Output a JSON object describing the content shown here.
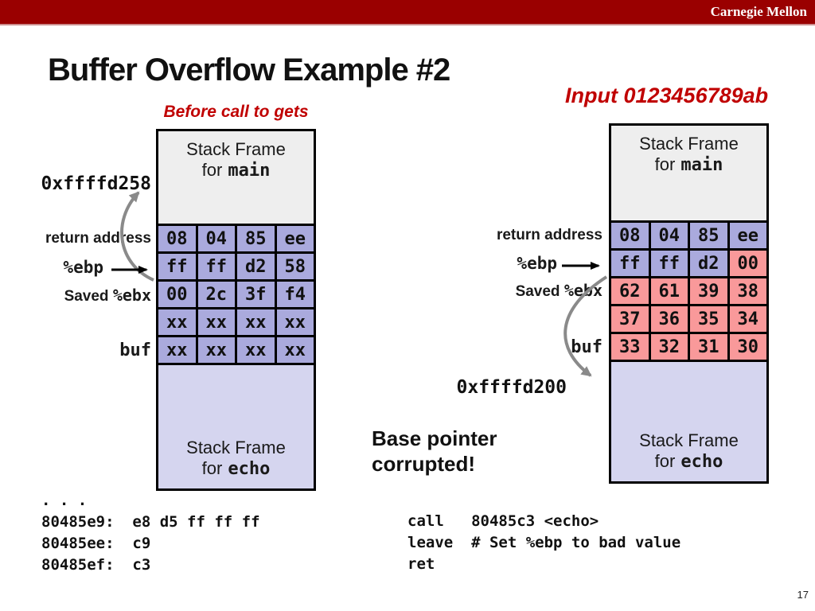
{
  "colors": {
    "bar": "#9a0000",
    "bar_underline": "#cc8f8f",
    "accent_red": "#c00000",
    "cell_purple": "#aaaadd",
    "cell_pink": "#f9999a",
    "frame_gray": "#eeeeee",
    "frame_echo": "#d5d5ef",
    "arrow_gray": "#8a8a8a"
  },
  "header": {
    "brand": "Carnegie Mellon"
  },
  "title": "Buffer Overflow Example #2",
  "page_number": "17",
  "annotations": {
    "before_label": "Before call to gets",
    "input_label": "Input 0123456789ab",
    "corrupted_label": "Base pointer corrupted!"
  },
  "frame_text": {
    "line1": "Stack Frame",
    "for_prefix": "for",
    "main_func": "main",
    "echo_func": "echo"
  },
  "row_labels": {
    "return_address": "return address",
    "ebp": "%ebp",
    "saved_prefix": "Saved",
    "saved_reg": "%ebx",
    "buf": "buf"
  },
  "left_diagram": {
    "address": "0xffffd258",
    "rows": [
      [
        "08",
        "04",
        "85",
        "ee"
      ],
      [
        "ff",
        "ff",
        "d2",
        "58"
      ],
      [
        "00",
        "2c",
        "3f",
        "f4"
      ],
      [
        "xx",
        "xx",
        "xx",
        "xx"
      ],
      [
        "xx",
        "xx",
        "xx",
        "xx"
      ]
    ],
    "row_colors": [
      [
        "p",
        "p",
        "p",
        "p"
      ],
      [
        "p",
        "p",
        "p",
        "p"
      ],
      [
        "p",
        "p",
        "p",
        "p"
      ],
      [
        "p",
        "p",
        "p",
        "p"
      ],
      [
        "p",
        "p",
        "p",
        "p"
      ]
    ]
  },
  "right_diagram": {
    "address": "0xffffd200",
    "rows": [
      [
        "08",
        "04",
        "85",
        "ee"
      ],
      [
        "ff",
        "ff",
        "d2",
        "00"
      ],
      [
        "62",
        "61",
        "39",
        "38"
      ],
      [
        "37",
        "36",
        "35",
        "34"
      ],
      [
        "33",
        "32",
        "31",
        "30"
      ]
    ],
    "row_colors": [
      [
        "p",
        "p",
        "p",
        "p"
      ],
      [
        "p",
        "p",
        "p",
        "r"
      ],
      [
        "r",
        "r",
        "r",
        "r"
      ],
      [
        "r",
        "r",
        "r",
        "r"
      ],
      [
        "r",
        "r",
        "r",
        "r"
      ]
    ]
  },
  "code_left": {
    "lines": [
      ". . .",
      "80485e9:  e8 d5 ff ff ff",
      "80485ee:  c9",
      "80485ef:  c3"
    ]
  },
  "code_right": {
    "lines": [
      "call   80485c3 <echo>",
      "leave  # Set %ebp to bad value",
      "ret"
    ]
  }
}
